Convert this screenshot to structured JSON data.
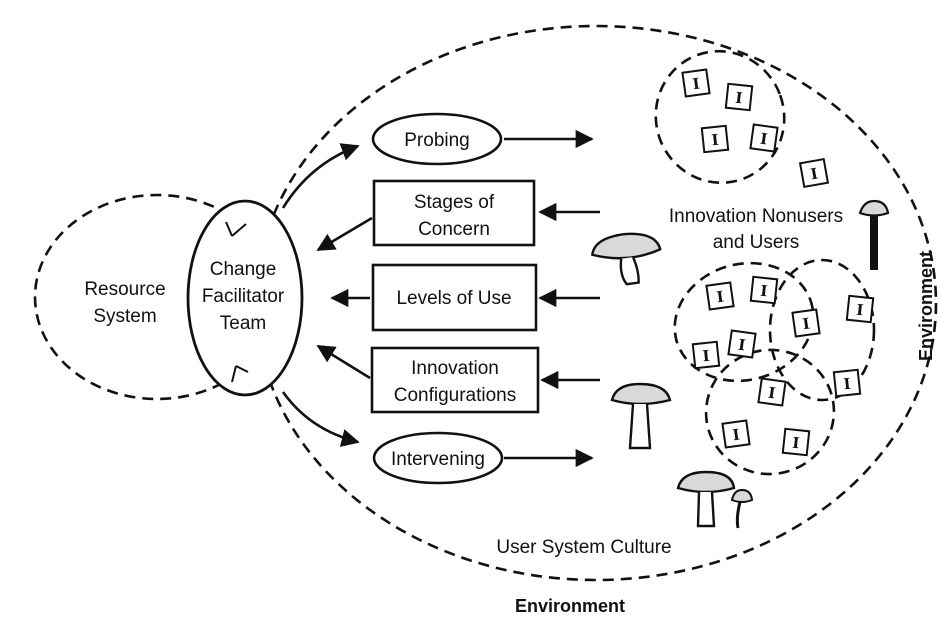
{
  "labels": {
    "resource_system_1": "Resource",
    "resource_system_2": "System",
    "cft_1": "Change",
    "cft_2": "Facilitator",
    "cft_3": "Team",
    "probing": "Probing",
    "soc_1": "Stages of",
    "soc_2": "Concern",
    "lou": "Levels of Use",
    "ic_1": "Innovation",
    "ic_2": "Configurations",
    "intervening": "Intervening",
    "users_1": "Innovation Nonusers",
    "users_2": "and Users",
    "culture": "User System Culture",
    "environment_bottom": "Environment",
    "environment_right": "Environment"
  },
  "innovation_glyph": "I"
}
